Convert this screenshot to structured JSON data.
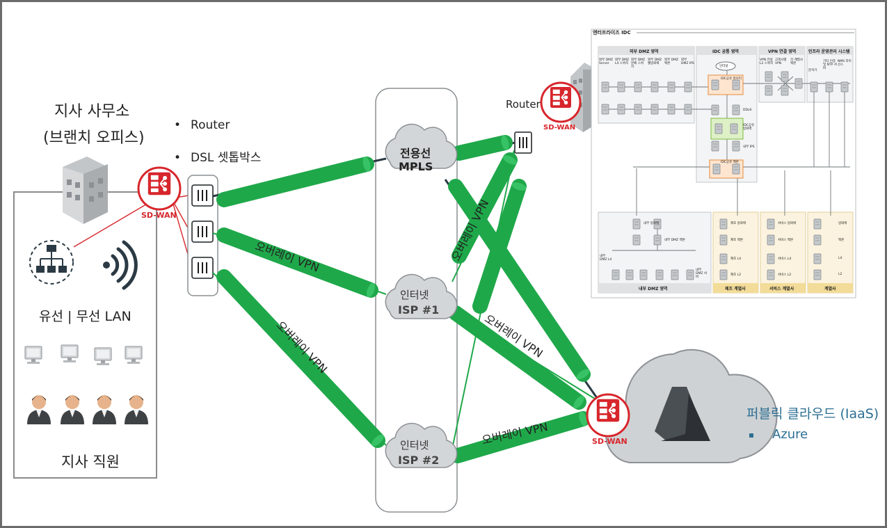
{
  "branch": {
    "office_title": "지사 사무소",
    "office_subtitle": "(브랜치 오피스)",
    "lan_label": "유선 | 무선 LAN",
    "staff_label": "지사 직원"
  },
  "edge": {
    "sdwan_label": "SD-WAN",
    "bullets": [
      "Router",
      "DSL 셋톱박스"
    ]
  },
  "core": {
    "mpls_line1": "전용선",
    "mpls_line2": "MPLS",
    "isp1_line1": "인터넷",
    "isp1_line2": "ISP #1",
    "isp2_line1": "인터넷",
    "isp2_line2": "ISP #2",
    "overlay_label": "오버레이 VPN"
  },
  "idc": {
    "title": "엔터프라이즈 IDC",
    "router_label": "Router",
    "sdwan_label": "SD-WAN",
    "zones": {
      "external_dmz": "외부 DMZ 영역",
      "common": "IDC 공통 영역",
      "vpn": "VPN 연결 영역",
      "infra": "인프라 운영관리 시스템",
      "internal_dmz": "내부 DMZ 영역",
      "manufacturing": "제조 계열사",
      "service": "서비스 계열사",
      "affiliate": "계열사"
    },
    "ext_cols": [
      "외부 DMZ Server",
      "외부 DMZ L4 스위치",
      "외부 DMZ 분배 스위치",
      "외부 DMZ 웹방화벽",
      "외부 DMZ 백본",
      "외부 DMZ IPS"
    ],
    "common_items": [
      "인터넷",
      "IDC공유 라우터",
      "DDoS",
      "IDC공유 방화벽",
      "내부 IPS",
      "IDC공유 백본"
    ],
    "vpn_cols": [
      "VPN 전용 L2 스위치",
      "고객사별 VPN",
      "각 계열사 백본"
    ],
    "infra_cols": [
      "분석기",
      "기타 인증 및 NTP 서버",
      "NMS 라이선스"
    ],
    "int_items": [
      "내부 방화벽",
      "내부 DMZ 백본",
      "내부 DMZ L4",
      "내부 DMZ 서버"
    ],
    "mfg_items": [
      "제조 방화벽",
      "제조 백본",
      "제조 L4",
      "제조 L2"
    ],
    "svc_items": [
      "서비스 방화벽",
      "서비스 백본",
      "서비스 L4",
      "서비스 L2"
    ],
    "aff_items": [
      "방화벽",
      "백본",
      "L4",
      "L2"
    ]
  },
  "cloud": {
    "sdwan_label": "SD-WAN",
    "title": "퍼블릭 클라우드 (IaaS)",
    "provider": "Azure"
  },
  "colors": {
    "tunnel": "#1fa84a",
    "sdwan_red": "#d7262c",
    "cloud_gray": "#cfd2d4"
  }
}
